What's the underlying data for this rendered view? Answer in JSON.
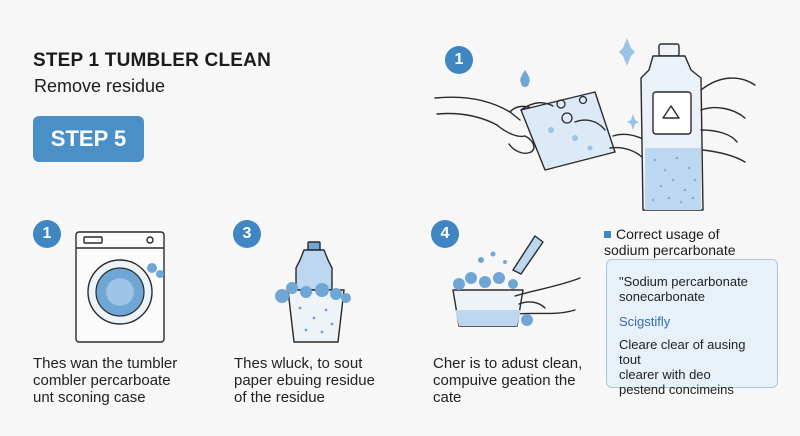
{
  "header": {
    "title": "STEP 1 TUMBLER CLEAN",
    "subtitle": "Remove residue",
    "step_button": "STEP 5"
  },
  "badges": {
    "top": "1",
    "washer": "1",
    "bottle": "3",
    "bowl": "4"
  },
  "captions": {
    "washer": [
      "Thes wan the tumbler",
      "combler percarboate",
      "unt sconing case"
    ],
    "bottle": [
      "Thes wluck, to sout",
      "paper ebuing residue",
      "of the residue"
    ],
    "bowl": [
      "Cher is to adust clean,",
      "compuive geation the",
      "cate"
    ]
  },
  "legend": {
    "line1": "Correct usage of",
    "line2": "sodium percarbonate"
  },
  "panel": {
    "line1": "\"Sodium percarbonate",
    "line2": "sonecarbonate",
    "link": "Scigstifly",
    "line3": "Cleare clear of ausing tout",
    "line4": "clearer with deo",
    "line5": "pestend concimeins"
  },
  "colors": {
    "accent": "#3f86c2",
    "button": "#4a90c6",
    "panel_bg": "#e8f0f8",
    "liquid": "#bcd7ef"
  }
}
